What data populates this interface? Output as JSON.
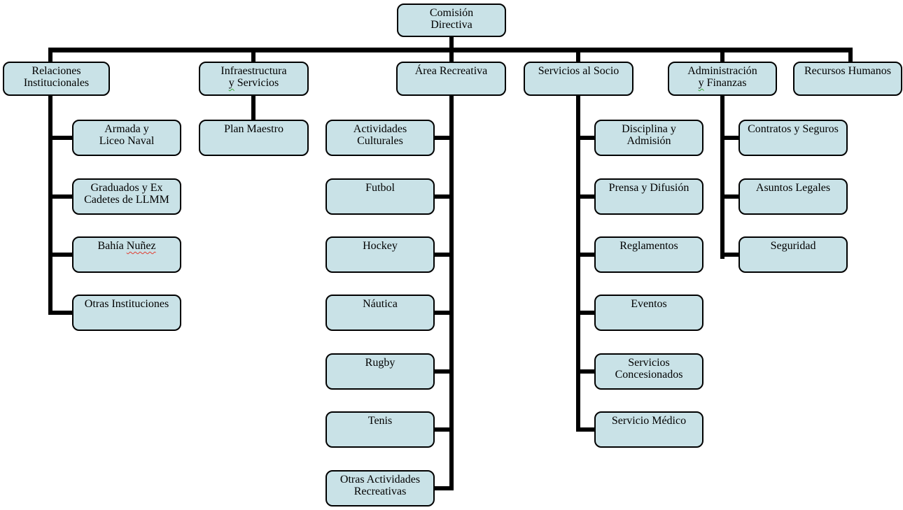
{
  "org_chart": {
    "root": {
      "label": "Comisión\nDirectiva"
    },
    "branches": [
      {
        "label": "Relaciones\nInstitucionales",
        "children": [
          {
            "label": "Armada y\nLiceo Naval"
          },
          {
            "label": "Graduados y Ex\nCadetes de LLMM"
          },
          {
            "pre": "Bahía ",
            "flagged": "Nuñez",
            "post": "",
            "squiggle": "red-spelling"
          },
          {
            "label": "Otras Instituciones"
          }
        ]
      },
      {
        "pre": "Infraestructura\n",
        "flagged": "y",
        "post": " Servicios",
        "squiggle": "green-grammar",
        "children": [
          {
            "label": "Plan Maestro"
          }
        ]
      },
      {
        "label": "Área Recreativa",
        "children": [
          {
            "label": "Actividades\nCulturales"
          },
          {
            "label": "Futbol"
          },
          {
            "label": "Hockey"
          },
          {
            "label": "Náutica"
          },
          {
            "label": "Rugby"
          },
          {
            "label": "Tenis"
          },
          {
            "label": "Otras Actividades\nRecreativas"
          }
        ]
      },
      {
        "label": "Servicios al Socio",
        "children": [
          {
            "label": "Disciplina y\nAdmisión"
          },
          {
            "label": "Prensa y Difusión"
          },
          {
            "label": "Reglamentos"
          },
          {
            "label": "Eventos"
          },
          {
            "label": "Servicios\nConcesionados"
          },
          {
            "label": "Servicio Médico"
          }
        ]
      },
      {
        "pre": "Administración\n",
        "flagged": "y",
        "post": " Finanzas",
        "squiggle": "green-grammar",
        "children": [
          {
            "label": "Contratos y Seguros"
          },
          {
            "label": "Asuntos Legales"
          },
          {
            "label": "Seguridad"
          }
        ]
      },
      {
        "label": "Recursos Humanos",
        "children": []
      }
    ],
    "colors": {
      "node_fill": "#c9e2e7",
      "node_border": "#000000",
      "connector": "#000000",
      "spelling_squiggle": "#e03c31",
      "grammar_squiggle": "#3aaa3a"
    }
  }
}
